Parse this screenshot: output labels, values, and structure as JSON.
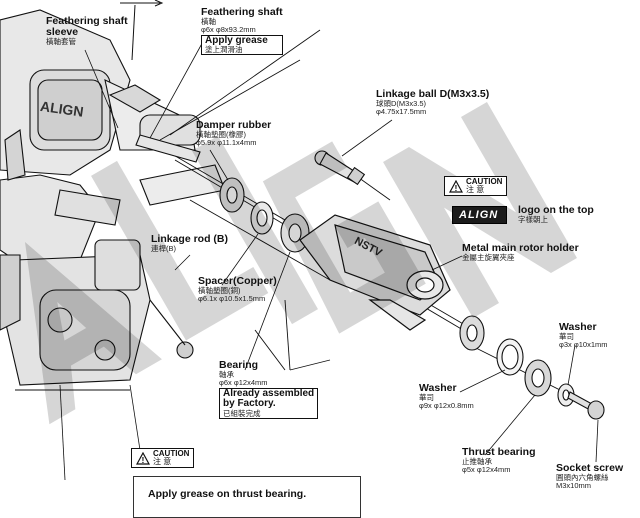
{
  "watermark": {
    "text": "ALIGN"
  },
  "labels": {
    "feathering_shaft_sleeve": {
      "title_line1": "Feathering shaft",
      "title_line2": "sleeve",
      "sub": "橫軸套管"
    },
    "feathering_shaft": {
      "title": "Feathering shaft",
      "sub1": "橫軸",
      "sub2": "φ6x φ8x93.2mm",
      "grease": "Apply grease",
      "grease_sub": "塗上潤滑油"
    },
    "damper_rubber": {
      "title": "Damper rubber",
      "sub1": "橫軸墊圈(橡膠)",
      "sub2": "φ5.9x φ11.1x4mm"
    },
    "linkage_ball": {
      "title": "Linkage ball D(M3x3.5)",
      "sub1": "球頭D(M3x3.5)",
      "sub2": "φ4.75x17.5mm"
    },
    "caution_right": {
      "word": "CAUTION",
      "zh": "注  意"
    },
    "logo_note": {
      "logo": "ALIGN",
      "line1": "logo on the top",
      "line2": "字樣朝上"
    },
    "metal_holder": {
      "title": "Metal main rotor holder",
      "sub": "金屬主旋翼夾座"
    },
    "linkage_rod": {
      "title": "Linkage rod (B)",
      "sub": "連桿(B)"
    },
    "washer_right": {
      "title": "Washer",
      "sub1": "華司",
      "sub2": "φ3x φ10x1mm"
    },
    "spacer": {
      "title": "Spacer(Copper)",
      "sub1": "橫軸墊圈(銅)",
      "sub2": "φ6.1x φ10.5x1.5mm"
    },
    "bearing": {
      "title": "Bearing",
      "sub1": "軸承",
      "sub2": "φ6x φ12x4mm",
      "note1": "Already assembled",
      "note2": "by Factory.",
      "note_sub": "已組裝完成"
    },
    "washer_mid": {
      "title": "Washer",
      "sub1": "華司",
      "sub2": "φ9x φ12x0.8mm"
    },
    "thrust_bearing": {
      "title": "Thrust bearing",
      "sub1": "止推軸承",
      "sub2": "φ5x φ12x4mm"
    },
    "socket_screw": {
      "title": "Socket screw",
      "sub1": "圓頭內六角螺絲",
      "sub2": "M3x10mm"
    },
    "caution_bottom": {
      "word": "CAUTION",
      "zh": "注  意"
    },
    "thrust_note": {
      "text": "Apply grease on thrust bearing."
    },
    "holder_logo": {
      "text": "NSTV"
    },
    "head_logo": {
      "text": "ALIGN"
    }
  }
}
